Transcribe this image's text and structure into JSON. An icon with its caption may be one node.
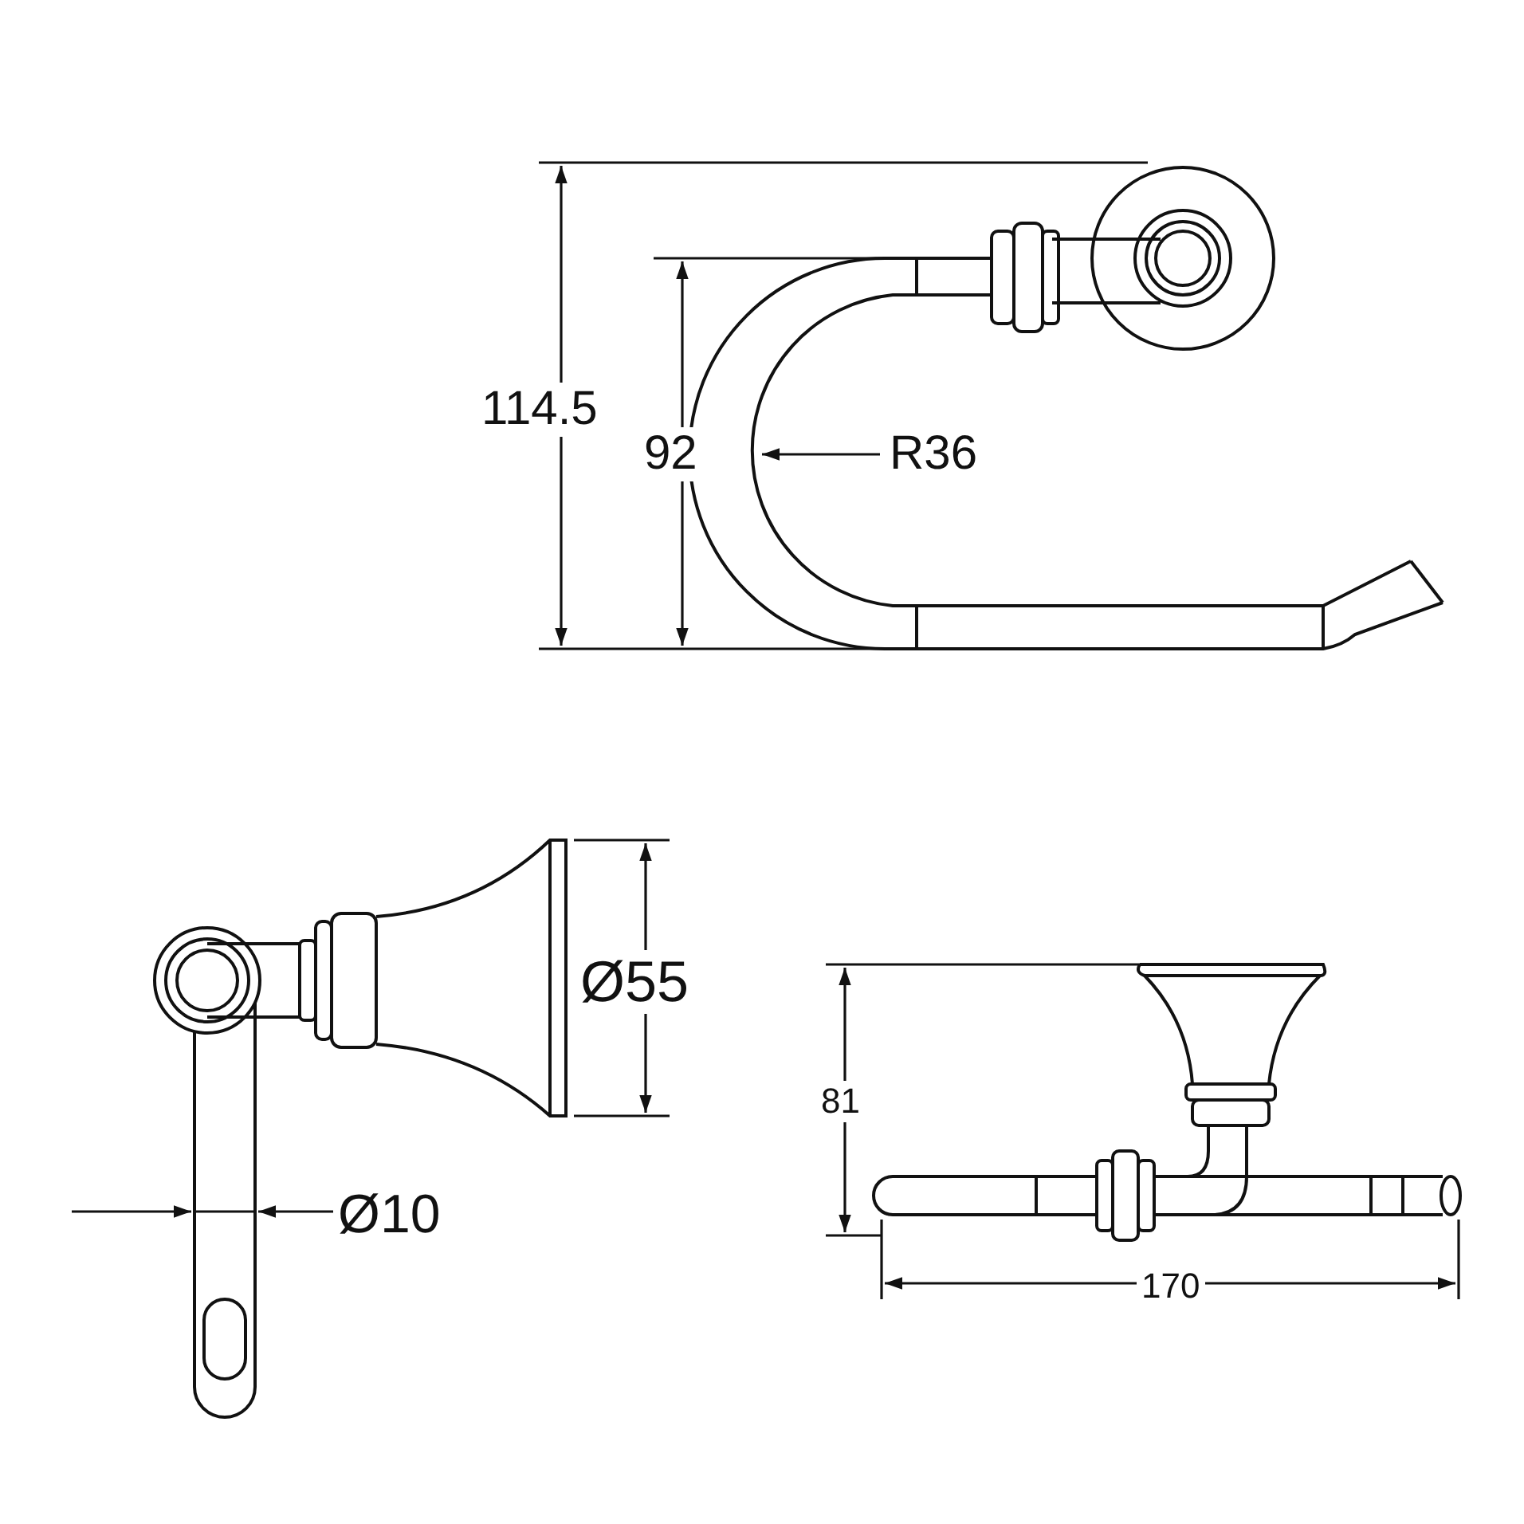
{
  "diagram": {
    "labels": [
      "114.5",
      "92",
      "R36",
      "Ø55",
      "Ø10",
      "81",
      "170"
    ]
  }
}
